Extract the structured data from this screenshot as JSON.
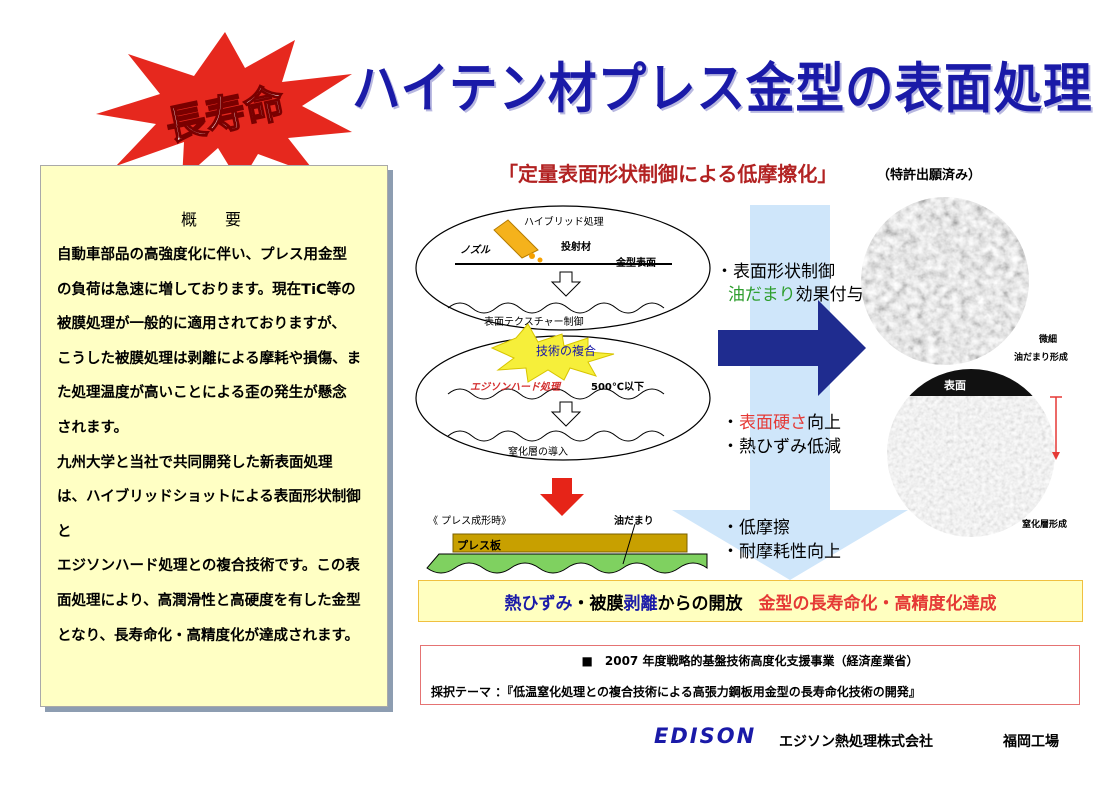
{
  "badge": "長寿命",
  "title": "ハイテン材プレス金型の表面処理",
  "summary": {
    "heading": "概　要",
    "lines": [
      "自動車部品の高強度化に伴い、プレス用金型",
      "の負荷は急速に増しております。現在TiC等の",
      "被膜処理が一般的に適用されておりますが、",
      "こうした被膜処理は剥離による摩耗や損傷、ま",
      "た処理温度が高いことによる歪の発生が懸念",
      "されます。",
      "九州大学と当社で共同開発した新表面処理",
      "は、ハイブリッドショットによる表面形状制御と",
      "エジソンハード処理との複合技術です。この表",
      "面処理により、高潤滑性と高硬度を有した金型",
      "となり、長寿命化・高精度化が達成されます。"
    ]
  },
  "subtitle": "「定量表面形状制御による低摩擦化」",
  "subtitle_note": "（特許出願済み）",
  "diagram": {
    "hybrid": "ハイブリッド処理",
    "nozzle": "ノズル",
    "shot": "投射材",
    "surface": "金型表面",
    "texture": "表面テクスチャー制御",
    "combo": "技術の複合",
    "edison": "エジソンハード処理",
    "temp": "500℃以下",
    "nitride": "窒化層の導入",
    "press": "《 プレス成形時》",
    "oil": "油だまり",
    "plate": "プレス板"
  },
  "effects": {
    "e1a": "・表面形状制御",
    "e1b_hl": "油だまり",
    "e1b_rest": "効果付与",
    "e2_pre": "・",
    "e2_hl": "表面硬さ",
    "e2_rest": "向上",
    "e3": "・熱ひずみ低減",
    "e4": "・低摩擦",
    "e5": "・耐摩耗性向上"
  },
  "photos": {
    "cap1a": "微細",
    "cap1b": "油だまり形成",
    "surface": "表面",
    "cap2": "窒化層形成"
  },
  "result": {
    "a": "熱ひずみ",
    "b": "・被膜",
    "c": "剥離",
    "d": "からの開放",
    "e": "金型の長寿命化・高精度化達成"
  },
  "project": {
    "line1": "■　2007 年度戦略的基盤技術高度化支援事業（経済産業省）",
    "line2": "採択テーマ ：『低温窒化処理との複合技術による高張力鋼板用金型の長寿命化技術の開発』"
  },
  "footer": {
    "logo": "EDISON",
    "company": "エジソン熱処理株式会社",
    "plant": "福岡工場"
  },
  "colors": {
    "title": "#1a1aa8",
    "subtitle": "#b22222",
    "oil_green": "#2e9e2e",
    "hard_red": "#e53935",
    "result_red": "#e53935",
    "result_blue": "#1a1aa8"
  }
}
